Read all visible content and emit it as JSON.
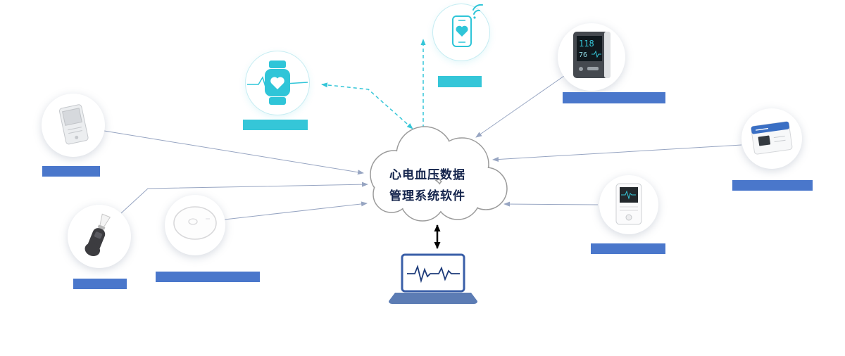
{
  "cloud": {
    "line1": "心电血压数据",
    "line2": "管理系统软件"
  },
  "colors": {
    "teal_accent": "#2fc5d8",
    "cyan_label": "#35c6d8",
    "blue_label": "#4a77cb",
    "arrow_gray": "#97a5c2",
    "cloud_outline": "#9b9b9b",
    "cloud_text": "#14244c",
    "laptop_blue": "#3a5fa8",
    "black_arrow": "#000000"
  },
  "nodes": [
    {
      "id": "phone",
      "icon": "smartphone-heart-wifi-icon",
      "label_text": "",
      "label_color": "#35c6d8"
    },
    {
      "id": "watch",
      "icon": "smartwatch-ecg-icon",
      "label_text": "",
      "label_color": "#35c6d8"
    },
    {
      "id": "left-device",
      "icon": "ecg-recorder-device-icon",
      "label_text": "",
      "label_color": "#4a77cb"
    },
    {
      "id": "ear-device",
      "icon": "handheld-probe-device-icon",
      "label_text": "",
      "label_color": "#4a77cb"
    },
    {
      "id": "round-device",
      "icon": "round-patch-device-icon",
      "label_text": "",
      "label_color": "#4a77cb"
    },
    {
      "id": "monitor",
      "icon": "patient-monitor-device-icon",
      "label_text": "",
      "label_color": "#4a77cb"
    },
    {
      "id": "right-device",
      "icon": "bp-module-device-icon",
      "label_text": "",
      "label_color": "#4a77cb"
    },
    {
      "id": "lower-right-device",
      "icon": "telemetry-device-icon",
      "label_text": "",
      "label_color": "#4a77cb"
    }
  ],
  "laptop": {
    "icon": "laptop-ecg-icon"
  }
}
